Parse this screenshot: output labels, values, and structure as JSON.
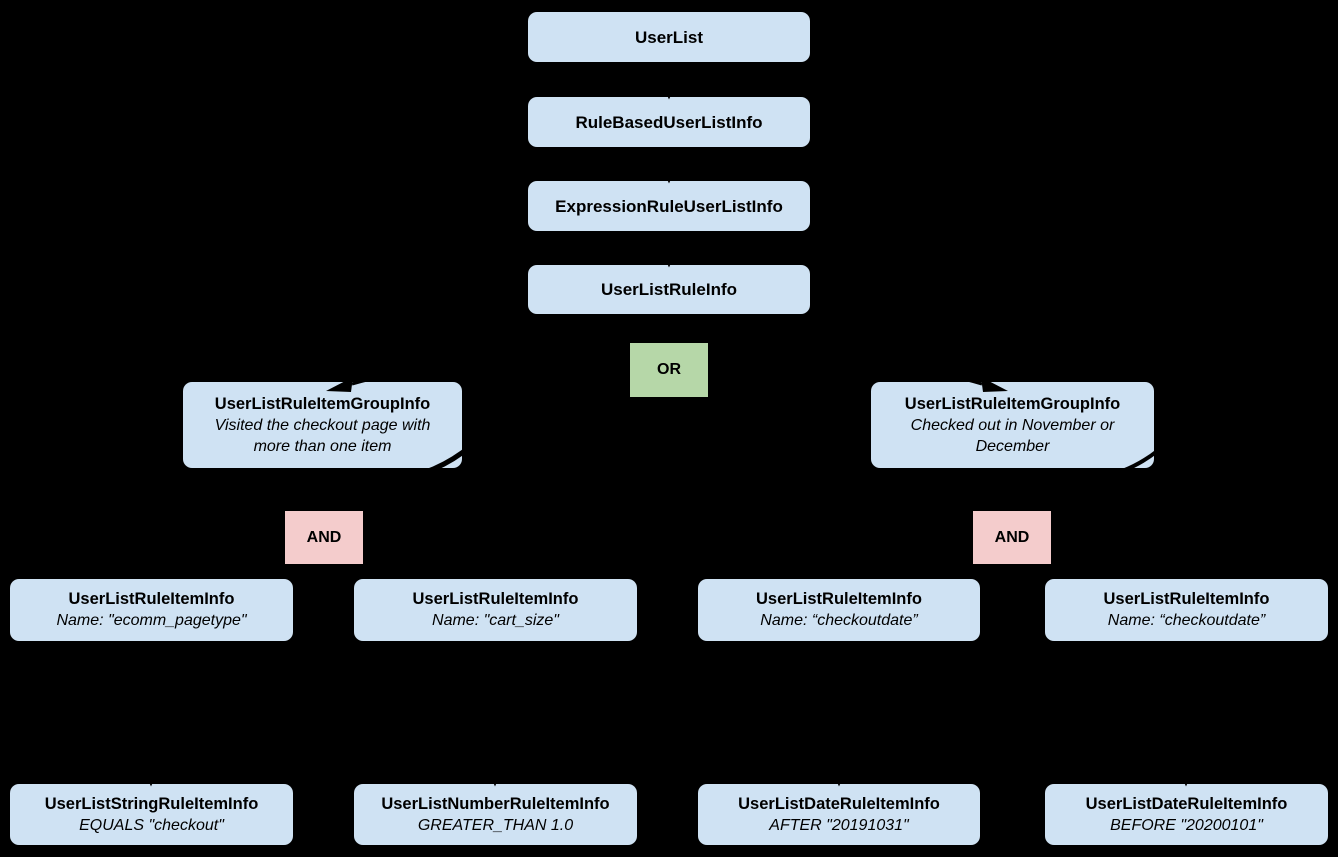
{
  "diagram": {
    "background": "#000000",
    "colors": {
      "node_fill": "#cfe2f3",
      "or_fill": "#b6d7a8",
      "and_fill": "#f4cccc",
      "connector": "#000000",
      "text": "#000000"
    },
    "root_chain": [
      {
        "label": "UserList"
      },
      {
        "label": "RuleBasedUserListInfo"
      },
      {
        "label": "ExpressionRuleUserListInfo"
      },
      {
        "label": "UserListRuleInfo"
      }
    ],
    "operators": {
      "or": "OR",
      "and_left": "AND",
      "and_right": "AND"
    },
    "groups": [
      {
        "title": "UserListRuleItemGroupInfo",
        "description": "Visited the checkout page with more than one item"
      },
      {
        "title": "UserListRuleItemGroupInfo",
        "description": "Checked out in November or December"
      }
    ],
    "rule_items": [
      {
        "title": "UserListRuleItemInfo",
        "subtitle": "Name: \"ecomm_pagetype\""
      },
      {
        "title": "UserListRuleItemInfo",
        "subtitle": "Name: \"cart_size\""
      },
      {
        "title": "UserListRuleItemInfo",
        "subtitle": "Name: “checkoutdate”"
      },
      {
        "title": "UserListRuleItemInfo",
        "subtitle": "Name: “checkoutdate”"
      }
    ],
    "leaf_items": [
      {
        "title": "UserListStringRuleItemInfo",
        "subtitle": "EQUALS \"checkout\""
      },
      {
        "title": "UserListNumberRuleItemInfo",
        "subtitle": "GREATER_THAN 1.0"
      },
      {
        "title": "UserListDateRuleItemInfo",
        "subtitle": "AFTER \"20191031\""
      },
      {
        "title": "UserListDateRuleItemInfo",
        "subtitle": "BEFORE \"20200101\""
      }
    ]
  }
}
